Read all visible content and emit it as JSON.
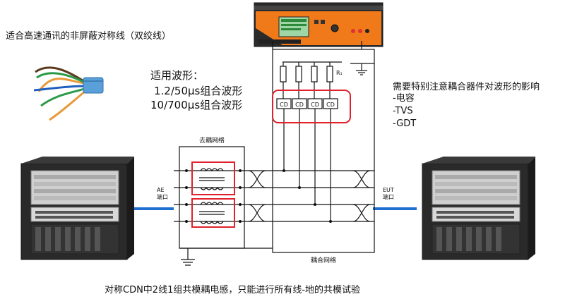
{
  "top_note": "适合高速通讯的非屏蔽对称线（双绞线）",
  "waveforms": {
    "title": "适用波形：",
    "items": [
      "1.2/50μs组合波形",
      "10/700μs组合波形"
    ]
  },
  "coupling_note": {
    "title": "需要特别注意耦合器件对波形的影响",
    "items": [
      "-电容",
      "-TVS",
      "-GDT"
    ]
  },
  "bottom_note": "对称CDN中2线1组共模耦电感，只能进行所有线-地的共模试验",
  "schematic": {
    "decoupling_label": "去耦网络",
    "coupling_label": "耦合网络",
    "ae_label_1": "AE",
    "ae_label_2": "端口",
    "eut_label_1": "EUT",
    "eut_label_2": "端口",
    "cd_labels": [
      "CD",
      "CD",
      "CD",
      "CD"
    ],
    "resistor_tag": "R₁"
  },
  "colors": {
    "highlight": "#e0202a",
    "cable_blue": "#1f6fd1",
    "generator_orange": "#f07a1a"
  }
}
